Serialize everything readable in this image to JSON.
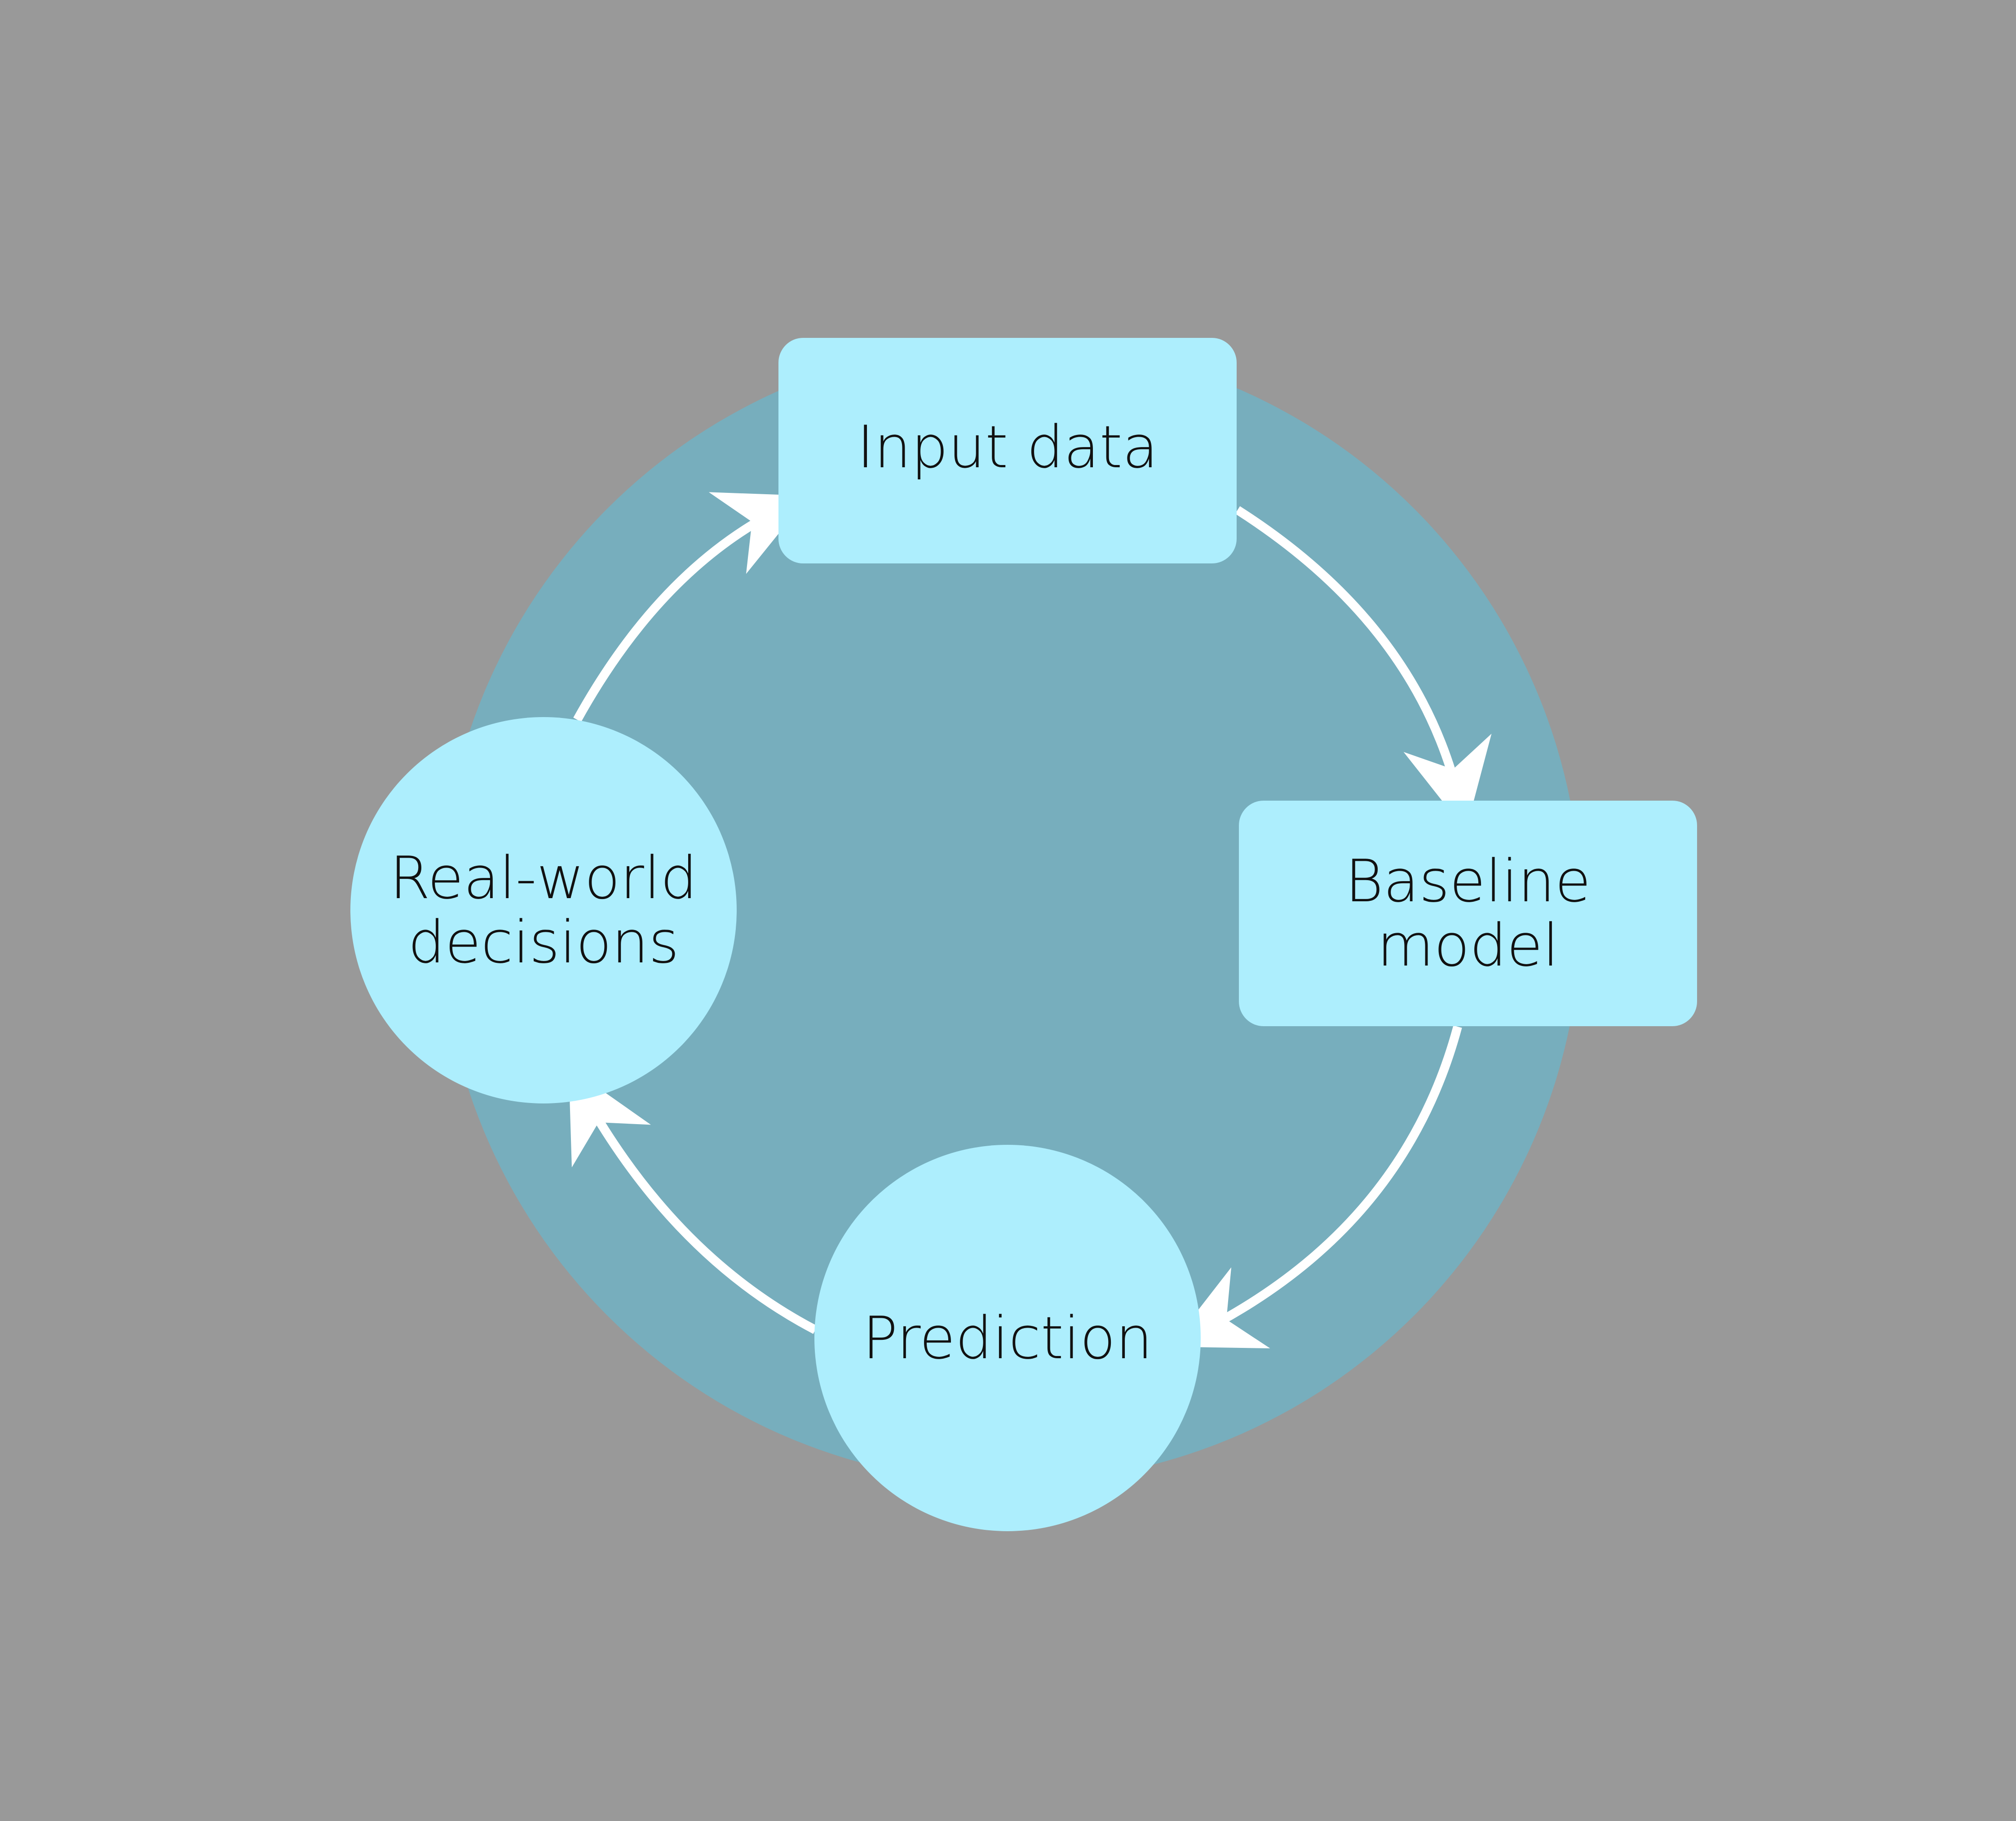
{
  "colors": {
    "background": "#999999",
    "big_circle": "#77aebd",
    "node_fill": "#adeefd",
    "arrow": "#ffffff",
    "text": "#111111"
  },
  "nodes": {
    "input_data": {
      "label": "Input data"
    },
    "baseline_model": {
      "label": "Baseline\nmodel"
    },
    "prediction": {
      "label": "Prediction"
    },
    "real_world_decisions": {
      "label": "Real-world\ndecisions"
    }
  },
  "edges": [
    {
      "from": "input_data",
      "to": "baseline_model"
    },
    {
      "from": "baseline_model",
      "to": "prediction"
    },
    {
      "from": "prediction",
      "to": "real_world_decisions"
    },
    {
      "from": "real_world_decisions",
      "to": "input_data"
    }
  ]
}
